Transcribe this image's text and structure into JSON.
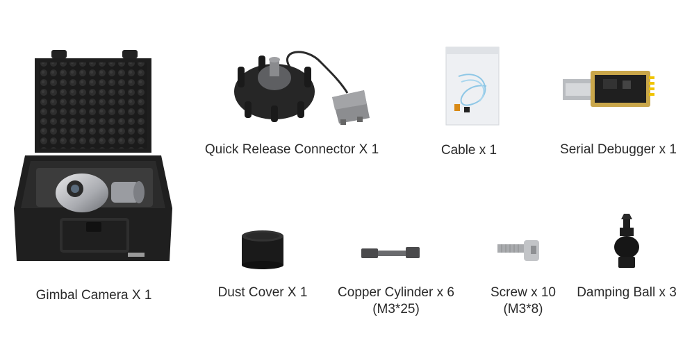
{
  "items": [
    {
      "id": "gimbal-camera",
      "label": "Gimbal Camera X 1"
    },
    {
      "id": "quick-release-connector",
      "label": "Quick Release Connector X 1"
    },
    {
      "id": "cable",
      "label": "Cable x 1"
    },
    {
      "id": "serial-debugger",
      "label": "Serial Debugger x 1"
    },
    {
      "id": "dust-cover",
      "label": "Dust Cover X 1"
    },
    {
      "id": "copper-cylinder",
      "label": "Copper Cylinder x 6",
      "sub": "(M3*25)"
    },
    {
      "id": "screw",
      "label": "Screw x 10",
      "sub": "(M3*8)"
    },
    {
      "id": "damping-ball",
      "label": "Damping Ball x 3"
    }
  ]
}
